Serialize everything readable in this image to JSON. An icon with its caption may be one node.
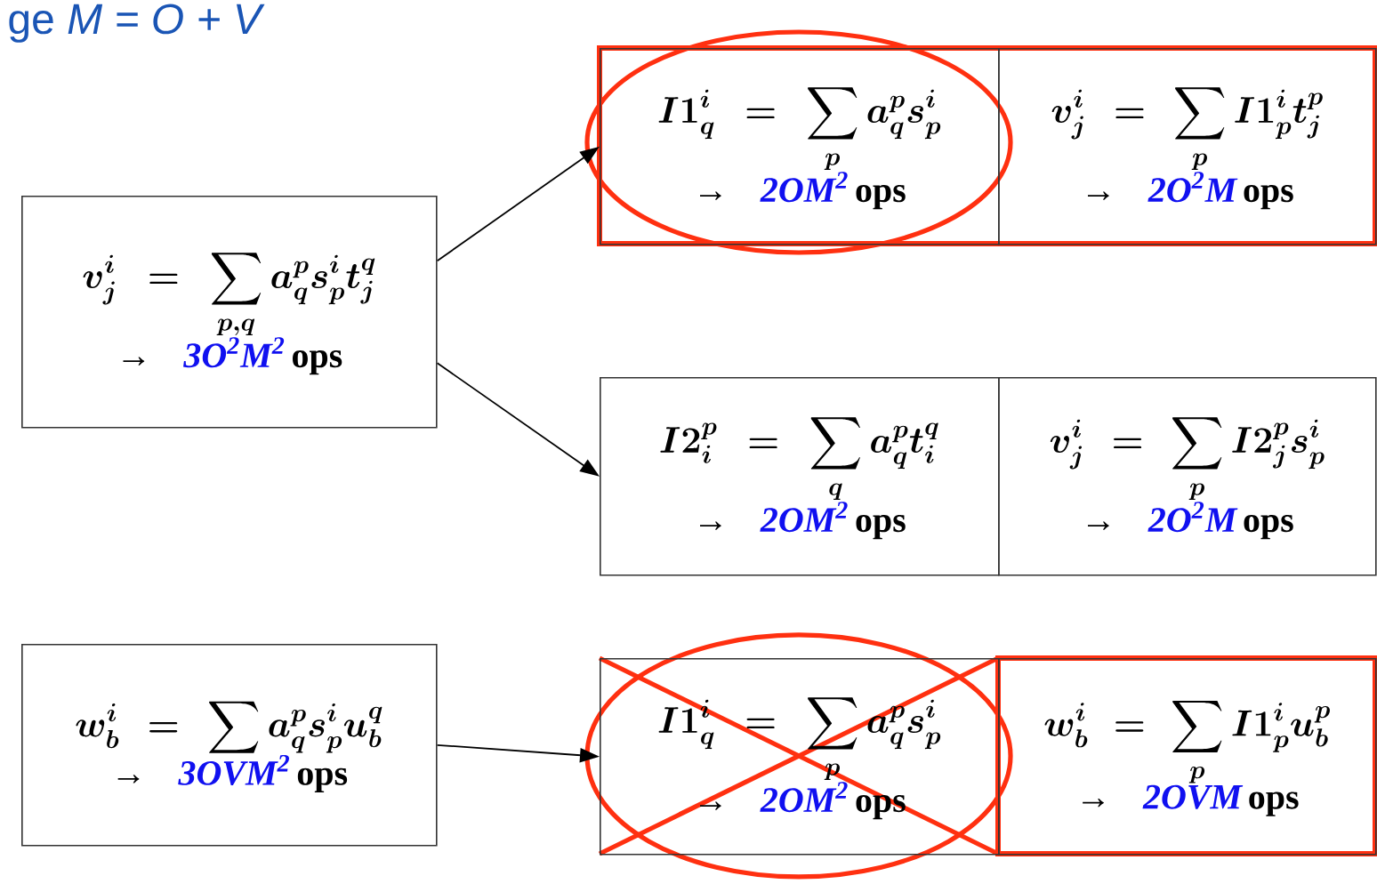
{
  "diagram": {
    "nodes": [
      {
        "text": [
          "v^i_j = \\sum_{p,q} a^p_q s^i_p t^q_j",
          "→",
          "3O$^{2}$M$^{2}$",
          "ops"
        ]
      },
      {
        "text": [
          "I1^i_q = \\sum_p a^p_q s^i_p",
          "→",
          "2OM$^{2}$",
          "ops"
        ]
      },
      {
        "text": [
          "v^i_j = \\sum_p I1^i_p t^p_j",
          "→",
          "2O$^{2}$M",
          "ops"
        ]
      },
      {
        "text": [
          "I2^p_i = \\sum_q a^p_q t^q_i",
          "→",
          "2OM$^{2}$",
          "ops"
        ]
      },
      {
        "text": [
          "v^i_j = \\sum_p I2^p_j s^i_p",
          "→",
          "2O$^{2}$M",
          "ops"
        ]
      },
      {
        "text": [
          "w^i_b = \\sum a^p_q s^i_p u^q_b",
          "→",
          "3OVM$^{2}$",
          "ops"
        ]
      },
      {
        "text": [
          "I1^i_q = \\sum_p a^p_q s^i_p",
          "→",
          "2OM$^{2}$",
          "ops"
        ]
      },
      {
        "text": [
          "w^i_b = \\sum_p I1^i_p u^p_b",
          "→",
          "2OVM",
          "ops"
        ]
      }
    ],
    "edges": [
      {
        "from": 0,
        "to": 1,
        "arrow": "to"
      },
      {
        "from": 0,
        "to": 3,
        "arrow": "to"
      },
      {
        "from": 5,
        "to": 6,
        "arrow": "to"
      }
    ],
    "labels": [
      "ge *M = O + V*"
    ]
  }
}
